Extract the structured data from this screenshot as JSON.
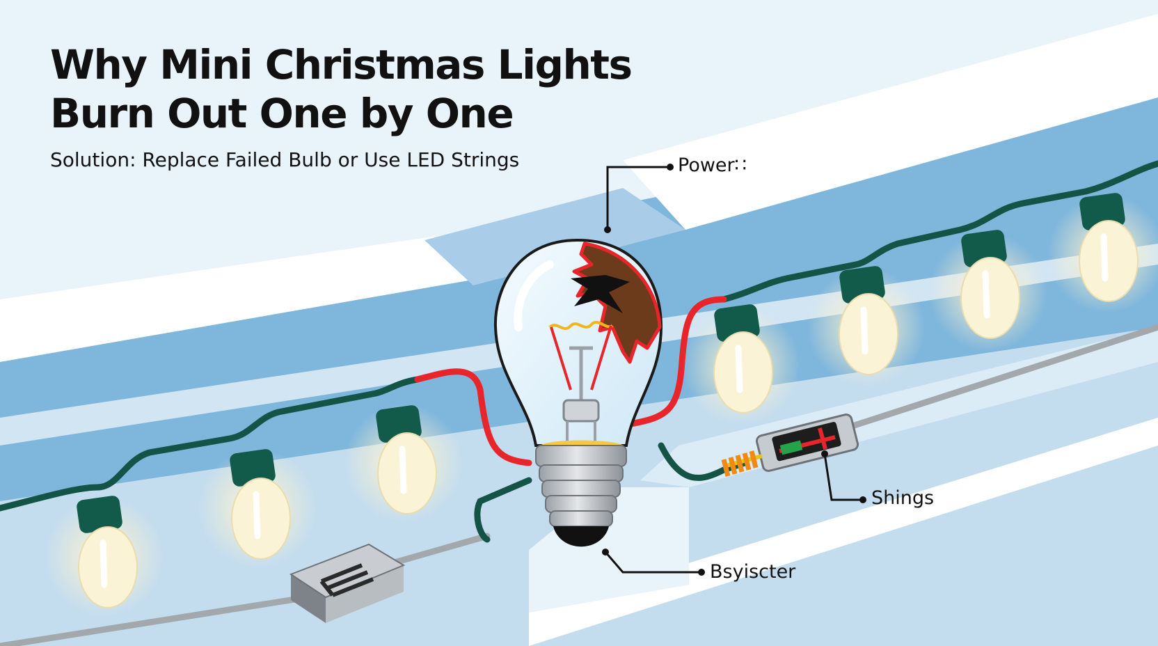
{
  "header": {
    "title_line1": "Why Mini Christmas Lights",
    "title_line2": "Burn Out One by One",
    "subtitle": "Solution: Replace Failed Bulb or Use LED Strings"
  },
  "callouts": {
    "power": "Power∷",
    "shings": "Shings",
    "bsyiscter": "Bsyiscter"
  },
  "colors": {
    "background": "#e9f3fa",
    "channel_blue": "#7fb6dc",
    "wire_green": "#135446",
    "wire_red": "#e8252a",
    "bulb_glow": "#fbf3d6",
    "burn_brown": "#6b3b1c"
  },
  "icons": [
    "burnt-bulb-icon",
    "glowing-mini-bulb-icon",
    "fuse-shunt-icon",
    "plug-connector-icon"
  ]
}
